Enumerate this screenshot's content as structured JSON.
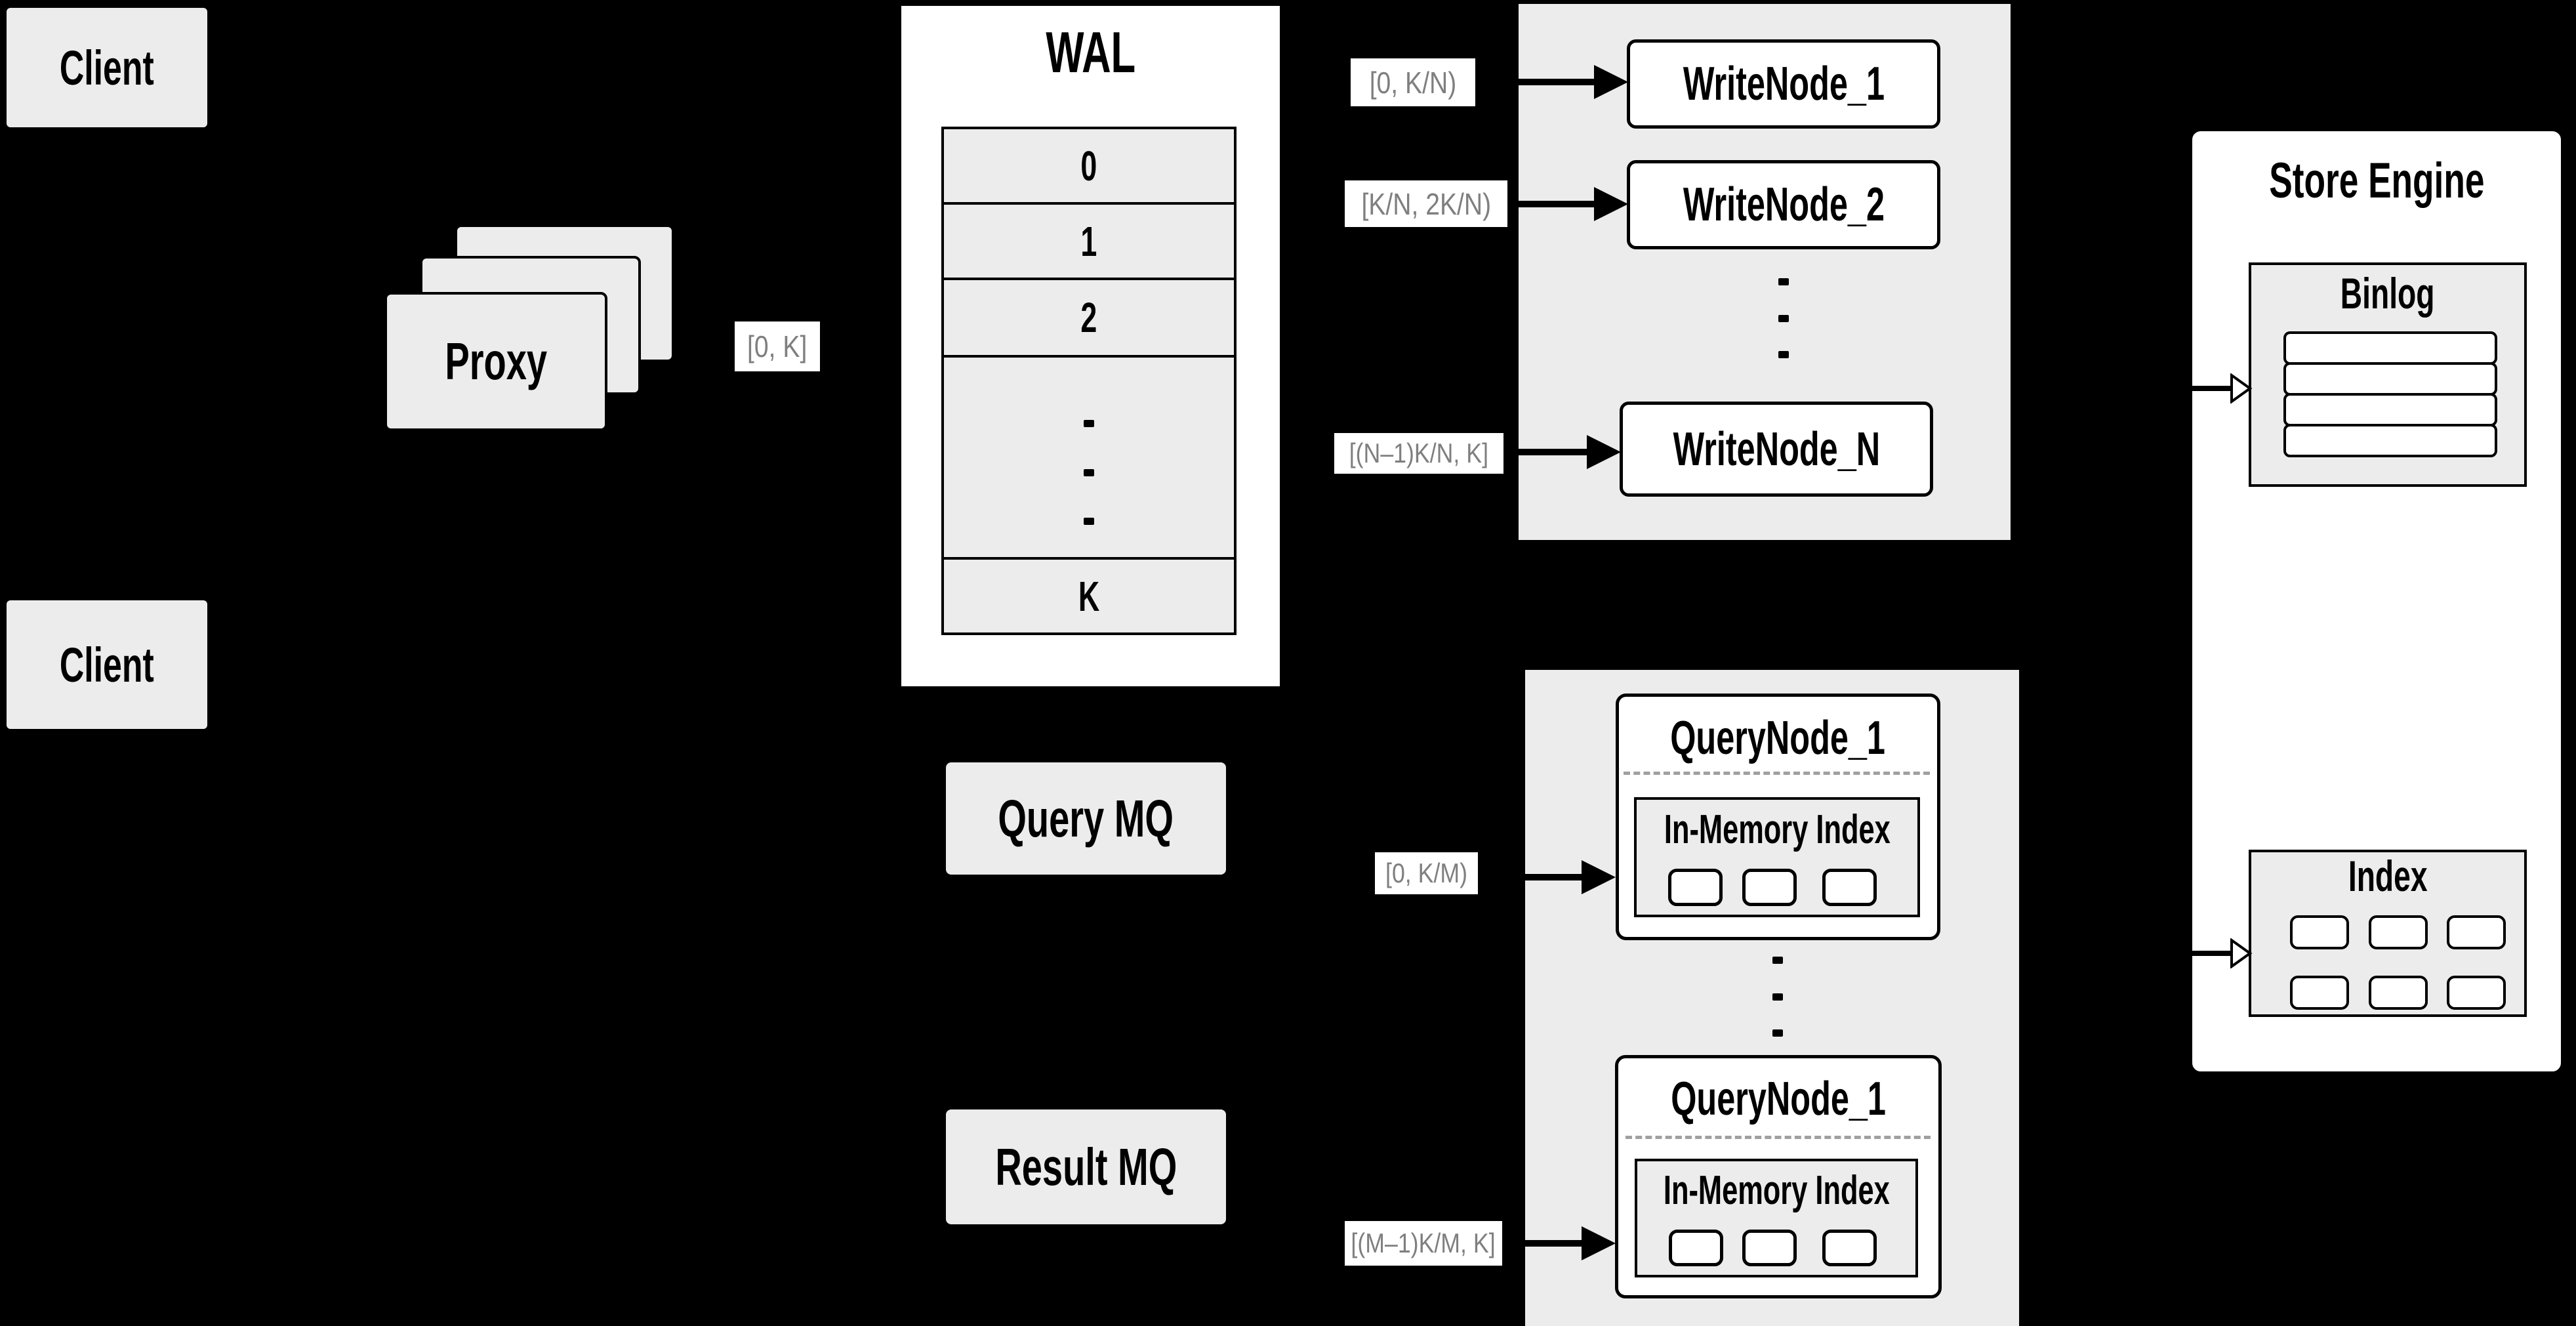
{
  "colors": {
    "background": "#000000",
    "panel": "#ececec",
    "box_white": "#ffffff",
    "line": "#000000",
    "gray_text": "#7f7f7f",
    "dash": "#a0a0a0"
  },
  "clients": {
    "top": "Client",
    "bottom": "Client"
  },
  "proxy": {
    "label": "Proxy"
  },
  "wal": {
    "title": "WAL",
    "rows": [
      "0",
      "1",
      "2"
    ],
    "row_last": "K"
  },
  "write_nodes": {
    "node_1": "WriteNode_1",
    "node_2": "WriteNode_2",
    "node_n": "WriteNode_N"
  },
  "query_nodes": {
    "node_1_title": "QueryNode_1",
    "node_2_title": "QueryNode_1",
    "in_memory_title_1": "In-Memory Index",
    "in_memory_title_2": "In-Memory Index"
  },
  "store_engine": {
    "title": "Store Engine",
    "binlog_title": "Binlog",
    "index_title": "Index"
  },
  "mq": {
    "query": "Query MQ",
    "result": "Result MQ"
  },
  "range_labels": {
    "proxy_wal": "[0, K]",
    "write_1": "[0, K/N)",
    "write_2": "[K/N, 2K/N)",
    "write_n": "[(N–1)K/N, K]",
    "query_1": "[0, K/M)",
    "query_2": "[(M–1)K/M, K]"
  }
}
